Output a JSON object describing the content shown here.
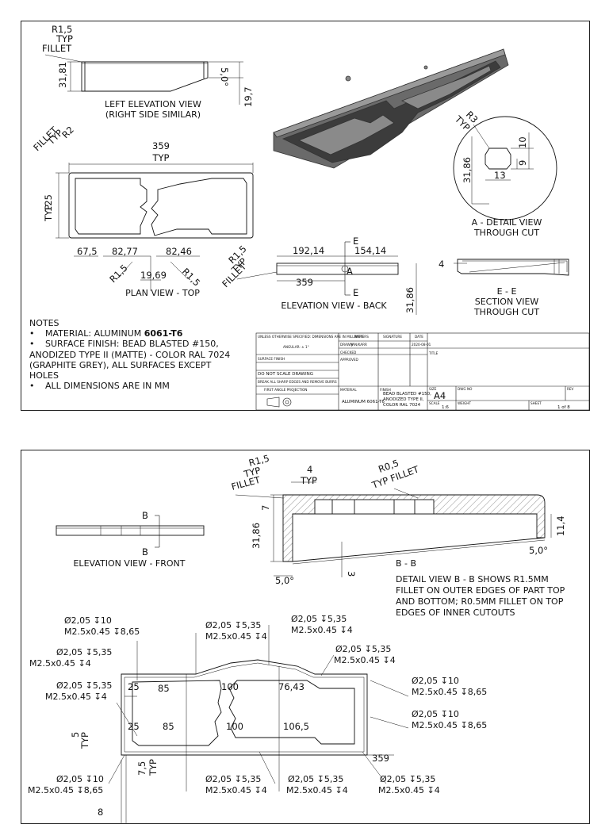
{
  "sheet1": {
    "left_view": {
      "fillet": [
        "R1,5",
        "TYP",
        "FILLET"
      ],
      "dim_height": "31,81",
      "dim_angle": "5,0°",
      "dim_depth": "19,7",
      "title": [
        "LEFT ELEVATION VIEW",
        "(RIGHT SIDE SIMILAR)"
      ]
    },
    "plan_view": {
      "fillet": [
        "R2",
        "TYP",
        "FILLET"
      ],
      "width": "359",
      "width_typ": "TYP",
      "height": "125",
      "height_typ": "TYP",
      "d1": "67,5",
      "d2": "82,77",
      "d3": "82,46",
      "r_left": "R1,5",
      "r_right": "R1,5",
      "d4": "19,69",
      "title": "PLAN VIEW - TOP"
    },
    "detail_a": {
      "fillet": [
        "R3",
        "TYP"
      ],
      "d10": "10",
      "d9": "9",
      "d13": "13",
      "d3186": "31,86",
      "title": [
        "A - DETAIL VIEW",
        "THROUGH CUT"
      ]
    },
    "back_view": {
      "fillet": [
        "R1,5",
        "TYP",
        "FILLET"
      ],
      "d1": "192,14",
      "d2": "154,14",
      "d3": "359",
      "d4": "31,86",
      "sec": "E",
      "detail": "A",
      "title": "ELEVATION VIEW - BACK"
    },
    "section_e": {
      "d4": "4",
      "title": [
        "E - E",
        "SECTION VIEW",
        "THROUGH CUT"
      ]
    },
    "notes": {
      "heading": "NOTES",
      "n1": "MATERIAL: ALUMINUM ",
      "n1b": "6061-T6",
      "n2a": "SURFACE FINISH: BEAD BLASTED #150,",
      "n2b": "ANODIZED TYPE II (MATTE) - COLOR RAL 7024",
      "n2c": "(GRAPHITE GREY), ALL SURFACES EXCEPT",
      "n2d": "HOLES",
      "n3": "ALL DIMENSIONS ARE IN MM"
    },
    "title_block": {
      "unless": "UNLESS OTHERWISE SPECIFIED: DIMENSIONS ARE IN MILLIMETERS",
      "angular": "ANGULAR: ± 1°",
      "surface": "SURFACE FINISH",
      "no_scale": "DO NOT SCALE DRAWING",
      "break": "BREAK ALL SHARP EDGES AND REMOVE BURRS",
      "projection": "FIRST ANGLE PROJECTION",
      "name": "NAME",
      "signature": "SIGNATURE",
      "date": "DATE",
      "drawn": "DRAWN",
      "drawn_by": "JAN/KARR",
      "drawn_date": "2020-08-01",
      "checked": "CHECKED",
      "approved": "APPROVED",
      "material": "MATERIAL",
      "material_val": "ALUMINUM 6061-T6",
      "finish": "FINISH",
      "finish_val": [
        "BEAD BLASTED #150,",
        "ANODIZED TYPE II,",
        "COLOR RAL 7024"
      ],
      "title": "TITLE",
      "size": "SIZE",
      "size_val": "A4",
      "dwg": "DWG NO",
      "rev": "REV",
      "scale": "SCALE",
      "scale_val": "1:6",
      "weight": "WEIGHT",
      "sheet": "SHEET",
      "sheet_val": "1 of 8"
    }
  },
  "sheet2": {
    "front_view": {
      "sec_top": "B",
      "sec_bottom": "B",
      "title": "ELEVATION VIEW - FRONT"
    },
    "detail_b": {
      "fillet1": [
        "R1,5",
        "TYP",
        "FILLET"
      ],
      "d4": "4",
      "d4_typ": "TYP",
      "fillet2": [
        "R0,5",
        "TYP FILLET"
      ],
      "d7": "7",
      "d3186": "31,86",
      "d114": "11,4",
      "angle_r": "5,0°",
      "angle_l": "5,0°",
      "d3": "3",
      "title": "B - B",
      "desc": [
        "DETAIL VIEW B - B SHOWS R1.5MM",
        "FILLET ON OUTER EDGES OF PART TOP",
        "AND BOTTOM; R0.5MM FILLET ON TOP",
        "EDGES OF INNER CUTOUTS"
      ]
    },
    "holes": {
      "h1": [
        "Ø2,05 ↧10",
        "M2.5x0.45 ↧8,65"
      ],
      "h2": [
        "Ø2,05 ↧5,35",
        "M2.5x0.45 ↧4"
      ],
      "h3": [
        "Ø2,05 ↧5,35",
        "M2.5x0.45 ↧4"
      ],
      "h4": [
        "Ø2,05 ↧5,35",
        "M2.5x0.45 ↧4"
      ],
      "h5": [
        "Ø2,05 ↧5,35",
        "M2.5x0.45 ↧4"
      ],
      "h6": [
        "Ø2,05 ↧10",
        "M2.5x0.45 ↧8,65"
      ],
      "h7": [
        "Ø2,05 ↧10",
        "M2.5x0.45 ↧8,65"
      ],
      "h8": [
        "Ø2,05 ↧5,35",
        "M2.5x0.45 ↧4"
      ],
      "h9": [
        "Ø2,05 ↧10",
        "M2.5x0.45 ↧8,65"
      ],
      "h10": [
        "Ø2,05 ↧5,35",
        "M2.5x0.45 ↧4"
      ],
      "h11": [
        "Ø2,05 ↧5,35",
        "M2.5x0.45 ↧4"
      ],
      "h12": [
        "Ø2,05 ↧5,35",
        "M2.5x0.45 ↧4"
      ]
    },
    "dims": {
      "d25a": "25",
      "d85a": "85",
      "d100a": "100",
      "d7643": "76,43",
      "d25b": "25",
      "d85b": "85",
      "d100b": "100",
      "d1065": "106,5",
      "d359": "359",
      "d5": "5",
      "d5typ": "TYP",
      "d75": "7,5",
      "d75typ": "TYP",
      "d8": "8"
    }
  }
}
